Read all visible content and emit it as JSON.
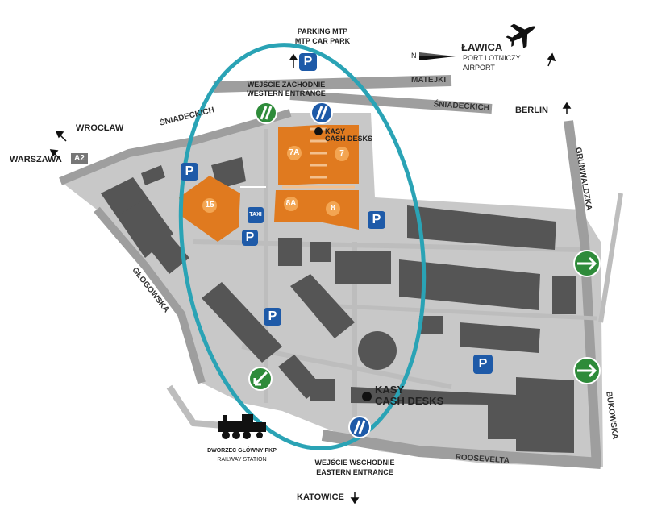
{
  "map": {
    "labels": {
      "parking_pl": "PARKING MTP",
      "parking_en": "MTP CAR PARK",
      "west_entrance_pl": "WEJŚCIE ZACHODNIE",
      "west_entrance_en": "WESTERN ENTRANCE",
      "east_entrance_pl": "WEJŚCIE WSCHODNIE",
      "east_entrance_en": "EASTERN ENTRANCE",
      "airport_name": "ŁAWICA",
      "airport_pl": "PORT LOTNICZY",
      "airport_en": "AIRPORT",
      "compass_north": "N",
      "cash_desks_top_pl": "KASY",
      "cash_desks_top_en": "CASH DESKS",
      "cash_desks_bottom_pl": "KASY",
      "cash_desks_bottom_en": "CASH DESKS",
      "railway_pl": "DWORZEC GŁÓWNY PKP",
      "railway_en": "RAILWAY STATION",
      "taxi": "TAXI",
      "parking_symbol": "P"
    },
    "directions": {
      "wroclaw": "WROCŁAW",
      "warszawa": "WARSZAWA",
      "a2": "A2",
      "berlin": "BERLIN",
      "katowice": "KATOWICE"
    },
    "streets": {
      "matejki": "MATEJKI",
      "sniadeckich_left": "ŚNIADECKICH",
      "sniadeckich_right": "ŚNIADECKICH",
      "grunwaldzka": "GRUNWALDZKA",
      "glogowska": "GŁOGOWSKA",
      "bukowska": "BUKOWSKA",
      "roosevelta": "ROOSEVELTA"
    },
    "pavilions": [
      "7A",
      "7",
      "8A",
      "8",
      "15"
    ],
    "colors": {
      "pavilion": "#e07a1f",
      "pavilion_badge": "#f3a552",
      "parking": "#1e5aa8",
      "entrance": "#2e8b3a",
      "highlight_ellipse": "#2aa3b5",
      "ground": "#c8c8c8",
      "building": "#555555",
      "road": "#9e9e9e"
    }
  }
}
